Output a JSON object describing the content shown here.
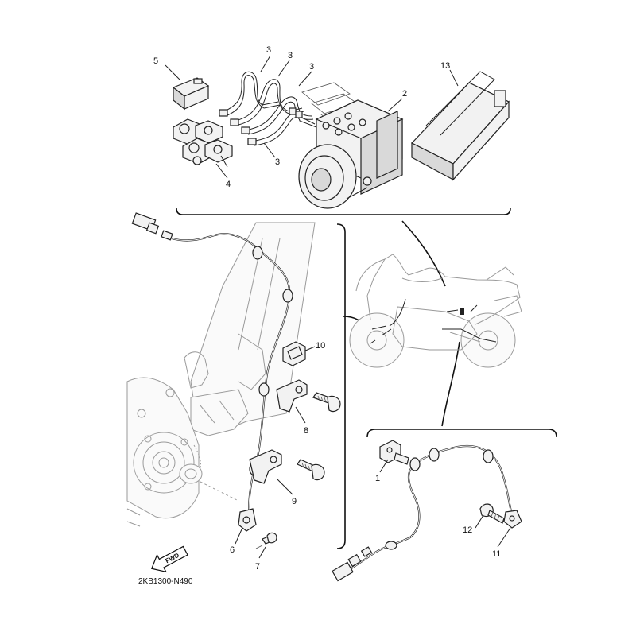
{
  "callouts": {
    "c1": "1",
    "c2": "2",
    "c3a": "3",
    "c3b": "3",
    "c3c": "3",
    "c3d": "3",
    "c4": "4",
    "c5": "5",
    "c6": "6",
    "c7": "7",
    "c8": "8",
    "c9": "9",
    "c10": "10",
    "c11": "11",
    "c12": "12",
    "c13": "13"
  },
  "diagram_code": "2KB1300-N490",
  "fwd_label": "FWD"
}
